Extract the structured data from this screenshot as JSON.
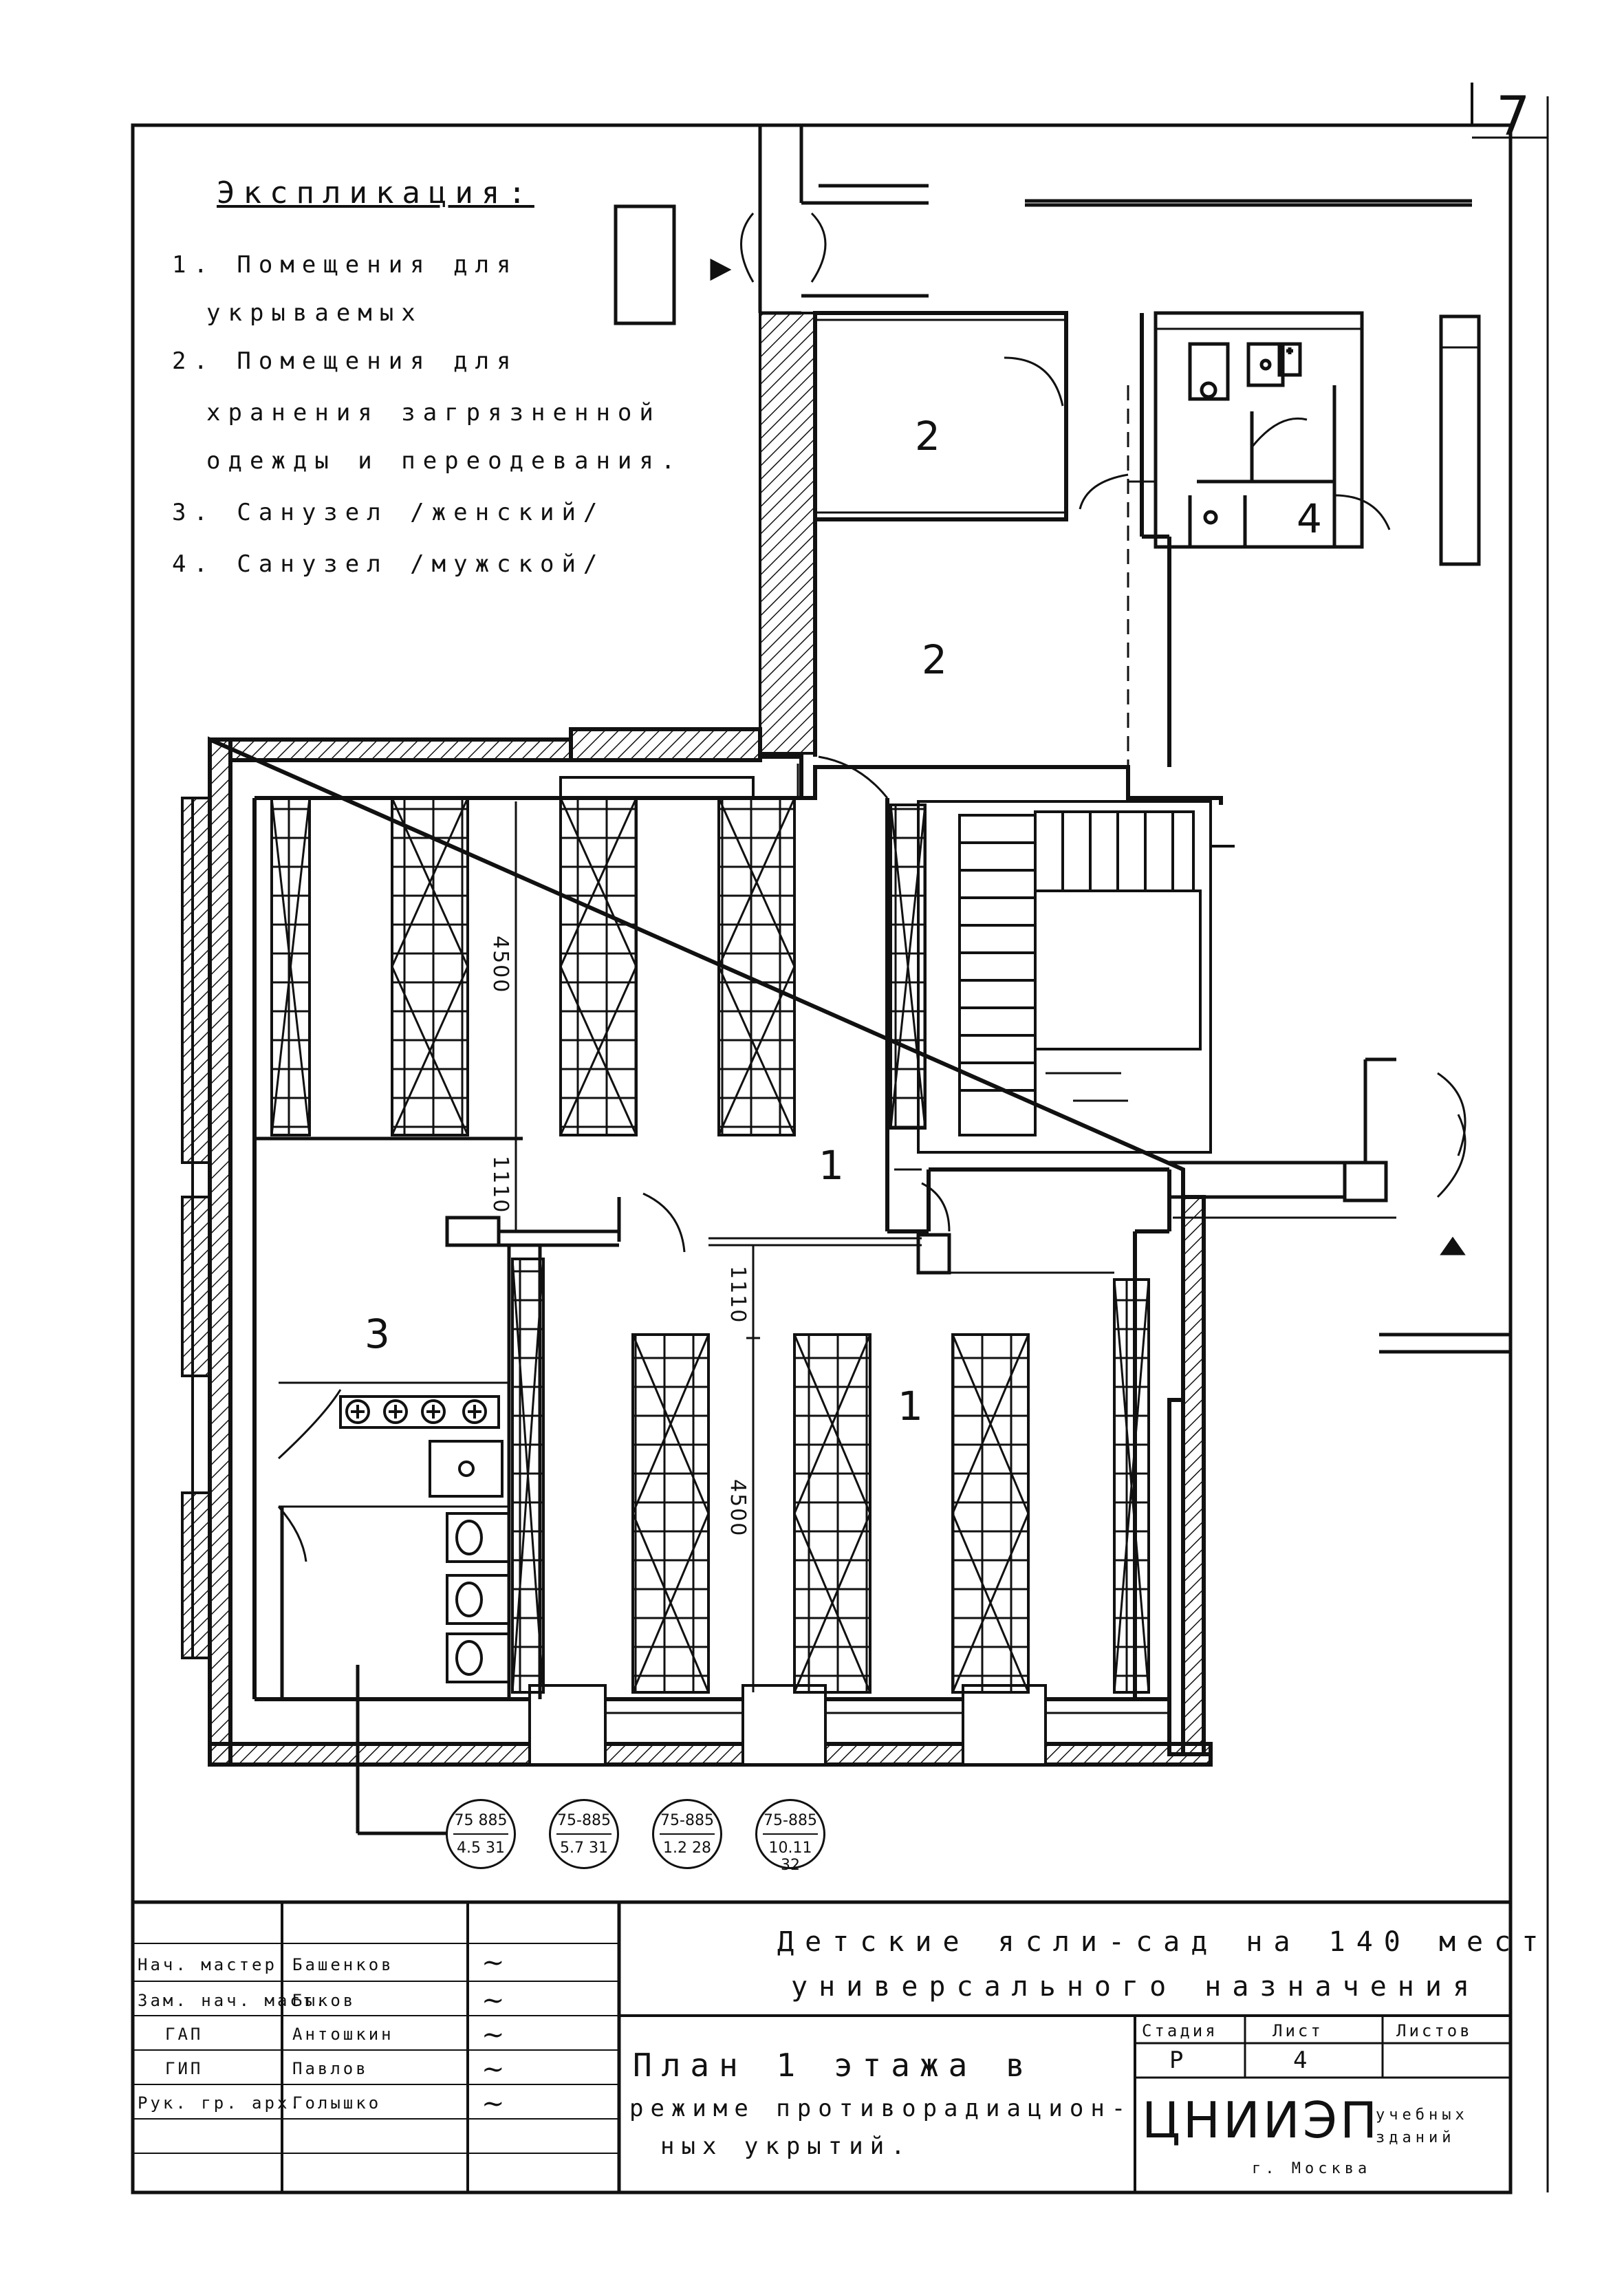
{
  "sheet_number": "7",
  "legend": {
    "title": "Экспликация:",
    "lines": [
      "1. Помещения для",
      "укрываемых",
      "2. Помещения для",
      "хранения загрязненной",
      "одежды и переодевания.",
      "3. Санузел /женский/",
      "4. Санузел /мужской/"
    ]
  },
  "rooms": {
    "r1a": "1",
    "r1b": "1",
    "r2a": "2",
    "r2b": "2",
    "r3": "3",
    "r4": "4"
  },
  "dimensions": {
    "d4500a": "4500",
    "d1110a": "1110",
    "d1110b": "1110",
    "d4500b": "4500"
  },
  "detail_tags": [
    {
      "top": "75 885",
      "bottom": "4.5 31"
    },
    {
      "top": "75-885",
      "bottom": "5.7 31"
    },
    {
      "top": "75-885",
      "bottom": "1.2 28"
    },
    {
      "top": "75-885",
      "bottom": "10.11 32"
    }
  ],
  "title_block": {
    "project": "Детские ясли-сад на 140 мест",
    "project_sub": "универсального назначения",
    "roles": [
      "Нач. мастер.",
      "Зам. нач. маст.",
      "ГАП",
      "ГИП",
      "Рук. гр. арх."
    ],
    "names": [
      "Башенков",
      "Быков",
      "Антошкин",
      "Павлов",
      "Голышко"
    ],
    "sheet_title": "План 1 этажа в",
    "sheet_title_2": "режиме противорадиацион-",
    "sheet_title_3": "ных укрытий.",
    "col_stage": "Стадия",
    "col_sheet": "Лист",
    "col_sheets": "Листов",
    "stage": "Р",
    "sheet": "4",
    "sheets": "",
    "org": "ЦНИИЭП",
    "org_side_1": "учебных",
    "org_side_2": "зданий",
    "org_city": "г. Москва"
  }
}
